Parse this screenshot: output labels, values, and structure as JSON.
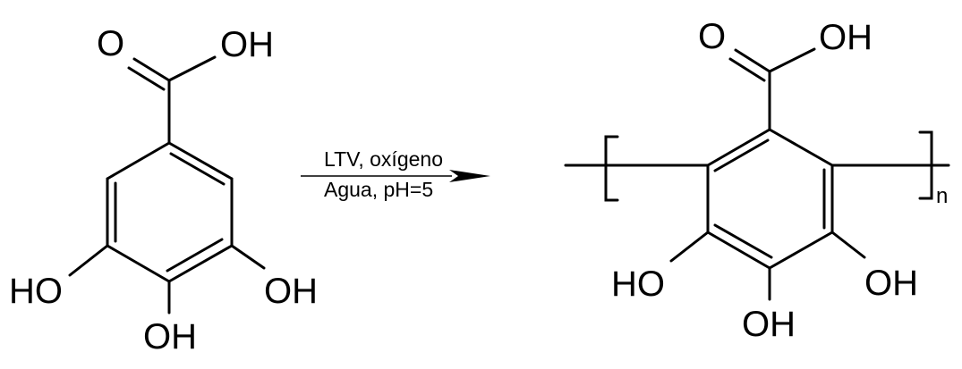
{
  "reactant": {
    "carbonyl_o": "O",
    "acid_oh": "OH",
    "left_oh": "HO",
    "bottom_oh": "OH",
    "right_oh": "OH"
  },
  "arrow": {
    "conditions_top": "LTV, oxígeno",
    "conditions_bottom": "Agua, pH=5"
  },
  "product": {
    "carbonyl_o": "O",
    "acid_oh": "OH",
    "left_oh": "HO",
    "bottom_oh": "OH",
    "right_oh": "OH",
    "repeat_subscript": "n"
  }
}
